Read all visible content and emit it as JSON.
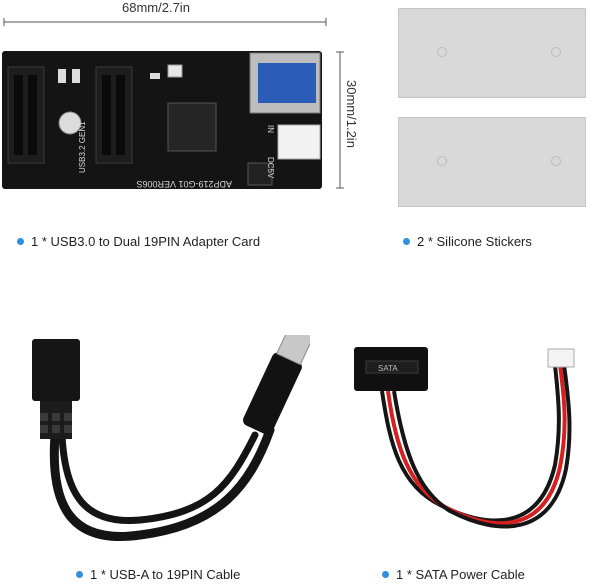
{
  "dimensions": {
    "width_label": "68mm/2.7in",
    "height_label": "30mm/1.2in"
  },
  "pcb_labels": {
    "model": "ADP219-G01 VER006S",
    "usb_gen": "USB3.2 GEN1",
    "dc": "DC5V",
    "pin_in": "IN"
  },
  "connector_label": "SATA",
  "captions": {
    "adapter_card": "1 * USB3.0 to Dual 19PIN Adapter Card",
    "stickers": "2 * Silicone Stickers",
    "usb_cable": "1 * USB-A to 19PIN Cable",
    "sata_cable": "1 * SATA Power Cable"
  },
  "colors": {
    "bullet": "#2f8fe0",
    "pcb": "#141414",
    "sticker": "#d9d9d9",
    "wire_red": "#d42020",
    "wire_black": "#151515"
  }
}
